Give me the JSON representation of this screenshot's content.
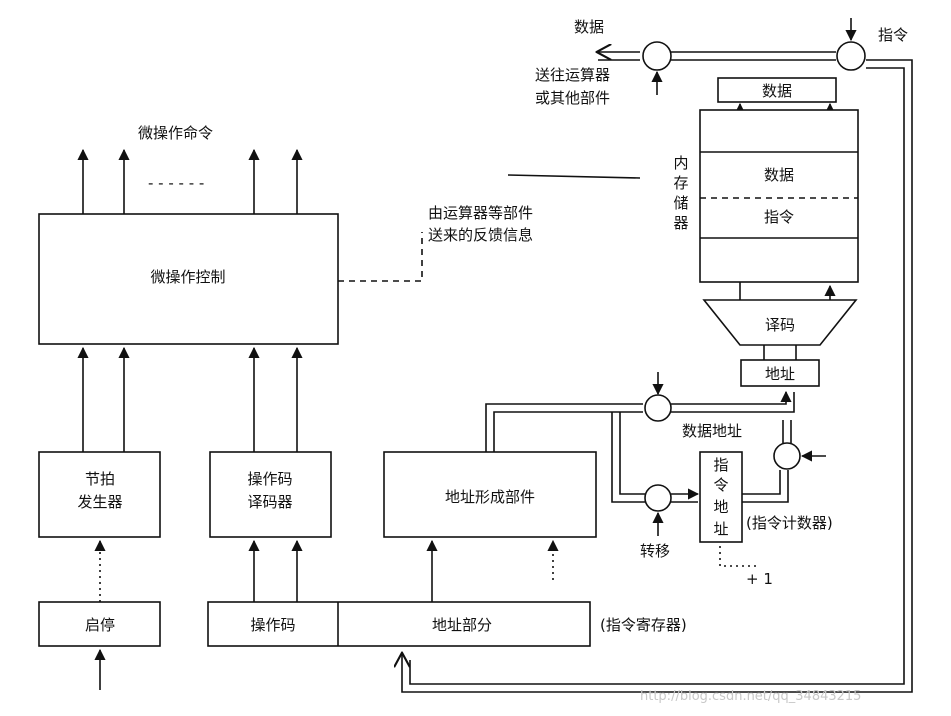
{
  "labels": {
    "micro_commands": "微操作命令",
    "micro_dots": "- - - - - -",
    "micro_control": "微操作控制",
    "feedback_line1": "由运算器等部件",
    "feedback_line2": "送来的反馈信息",
    "clock": [
      "节拍",
      "发生器"
    ],
    "opdecoder": [
      "操作码",
      "译码器"
    ],
    "addr_form": "地址形成部件",
    "startstop": "启停",
    "opcode": "操作码",
    "addr_part": "地址部分",
    "ir_note": "(指令寄存器)",
    "data_top": "数据",
    "to_alu_1": "送往运算器",
    "to_alu_2": "或其他部件",
    "instr_top": "指令",
    "data_reg": "数据",
    "memory_chars": [
      "内",
      "存",
      "储",
      "器"
    ],
    "mem_data": "数据",
    "mem_instr": "指令",
    "decode": "译码",
    "addr": "地址",
    "data_addr": "数据地址",
    "pc_chars": [
      "指",
      "令",
      "地",
      "址"
    ],
    "pc_note": "(指令计数器)",
    "transfer": "转移",
    "plus_one": "+ 1",
    "watermark": "http://blog.csdn.net/qq_34843215"
  }
}
